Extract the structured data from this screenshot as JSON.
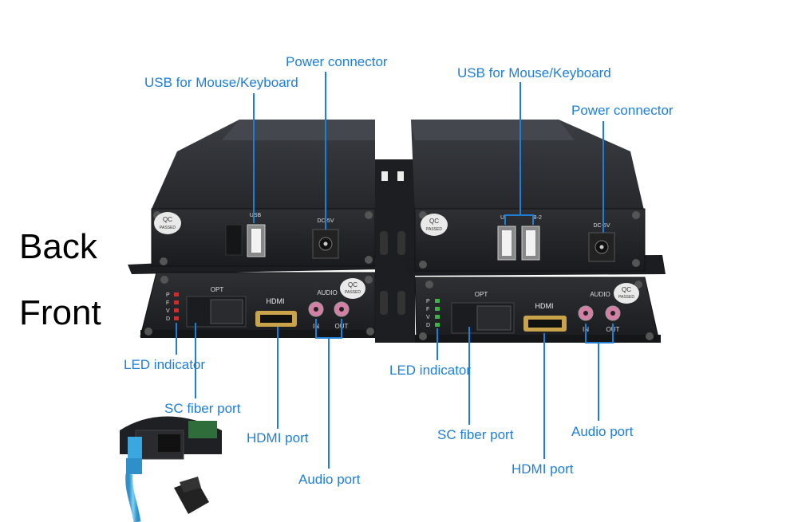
{
  "side_labels": {
    "back": "Back",
    "front": "Front"
  },
  "left_unit": {
    "labels": {
      "usb": "USB for Mouse/Keyboard",
      "power": "Power connector",
      "led": "LED indicator",
      "sc_fiber": "SC fiber port",
      "hdmi": "HDMI port",
      "audio": "Audio port"
    },
    "panel_text": {
      "usb": "USB",
      "dc": "DC-5V",
      "opt": "OPT",
      "hdmi": "HDMI",
      "audio": "AUDIO",
      "in": "IN",
      "out": "OUT",
      "qc": "QC",
      "passed": "PASSED",
      "led_letters": "P F V D"
    }
  },
  "right_unit": {
    "labels": {
      "usb": "USB for Mouse/Keyboard",
      "power": "Power connector",
      "led": "LED indicator",
      "sc_fiber": "SC fiber port",
      "hdmi": "HDMI port",
      "audio": "Audio port"
    },
    "panel_text": {
      "usb1": "U",
      "usb2": "B-2",
      "dc": "DC-5V",
      "opt": "OPT",
      "hdmi": "HDMI",
      "audio": "AUDIO",
      "in": "IN",
      "out": "OUT",
      "qc": "QC",
      "passed": "PASSED",
      "led_letters": "P F V D"
    }
  },
  "colors": {
    "label_blue": "#1f7fd6",
    "device_body": "#2a2c30",
    "led_red": "#d22b2b",
    "led_green": "#3fb34a",
    "fiber_blue": "#3aa7e0"
  }
}
